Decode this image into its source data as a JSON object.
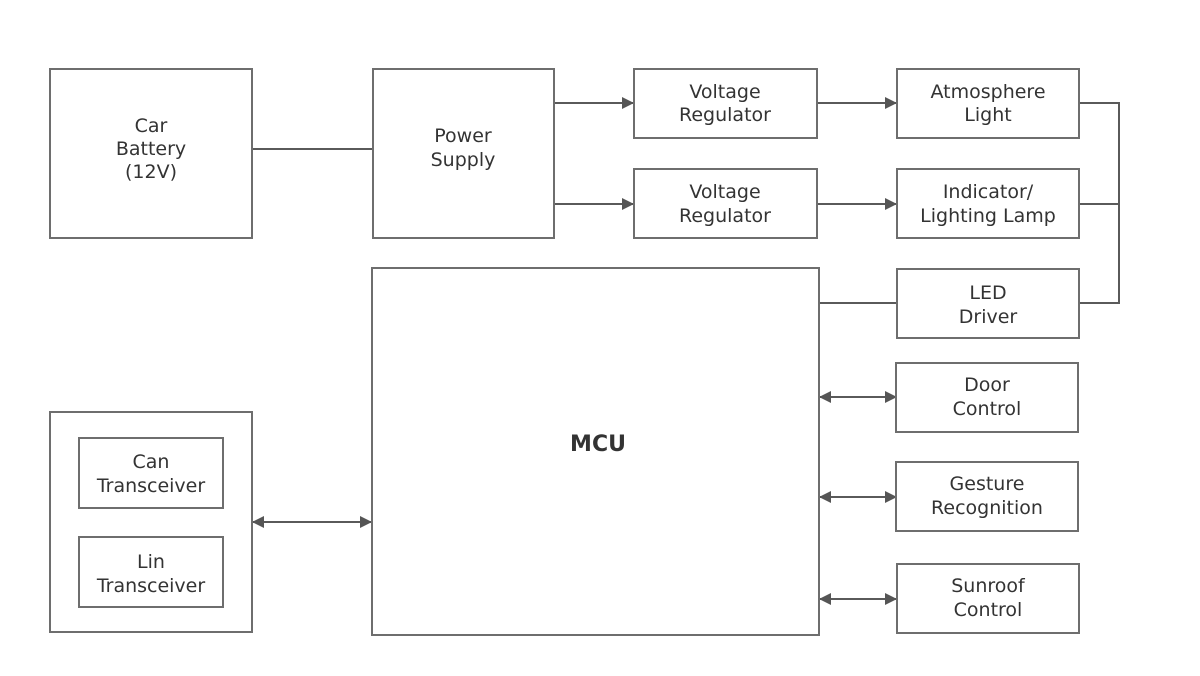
{
  "diagram": {
    "colors": {
      "stroke": "#6e6e6e",
      "arrow": "#555555",
      "text": "#333333",
      "background": "#ffffff"
    },
    "blocks": {
      "car_battery": {
        "line1": "Car",
        "line2": "Battery",
        "line3": "(12V)"
      },
      "power_supply": {
        "line1": "Power",
        "line2": "Supply"
      },
      "voltage_regulator_1": {
        "line1": "Voltage",
        "line2": "Regulator"
      },
      "voltage_regulator_2": {
        "line1": "Voltage",
        "line2": "Regulator"
      },
      "atmosphere_light": {
        "line1": "Atmosphere",
        "line2": "Light"
      },
      "indicator_lamp": {
        "line1": "Indicator/",
        "line2": "Lighting Lamp"
      },
      "led_driver": {
        "line1": "LED",
        "line2": "Driver"
      },
      "mcu": {
        "label": "MCU"
      },
      "door_control": {
        "line1": "Door",
        "line2": "Control"
      },
      "gesture_recognition": {
        "line1": "Gesture",
        "line2": "Recognition"
      },
      "sunroof_control": {
        "line1": "Sunroof",
        "line2": "Control"
      },
      "can_transceiver": {
        "line1": "Can",
        "line2": "Transceiver"
      },
      "lin_transceiver": {
        "line1": "Lin",
        "line2": "Transceiver"
      }
    },
    "connections": [
      {
        "from": "Car Battery",
        "to": "Power Supply",
        "type": "line"
      },
      {
        "from": "Power Supply",
        "to": "Voltage Regulator 1",
        "type": "arrow"
      },
      {
        "from": "Power Supply",
        "to": "Voltage Regulator 2",
        "type": "arrow"
      },
      {
        "from": "Voltage Regulator 1",
        "to": "Atmosphere Light",
        "type": "arrow"
      },
      {
        "from": "Voltage Regulator 2",
        "to": "Indicator/Lighting Lamp",
        "type": "arrow"
      },
      {
        "from": "Atmosphere Light",
        "to": "LED Driver",
        "type": "line"
      },
      {
        "from": "Indicator/Lighting Lamp",
        "to": "LED Driver",
        "type": "line"
      },
      {
        "from": "MCU",
        "to": "LED Driver",
        "type": "line"
      },
      {
        "from": "MCU",
        "to": "Door Control",
        "type": "bidirectional"
      },
      {
        "from": "MCU",
        "to": "Gesture Recognition",
        "type": "bidirectional"
      },
      {
        "from": "MCU",
        "to": "Sunroof Control",
        "type": "bidirectional"
      },
      {
        "from": "Transceivers",
        "to": "MCU",
        "type": "bidirectional"
      }
    ]
  }
}
